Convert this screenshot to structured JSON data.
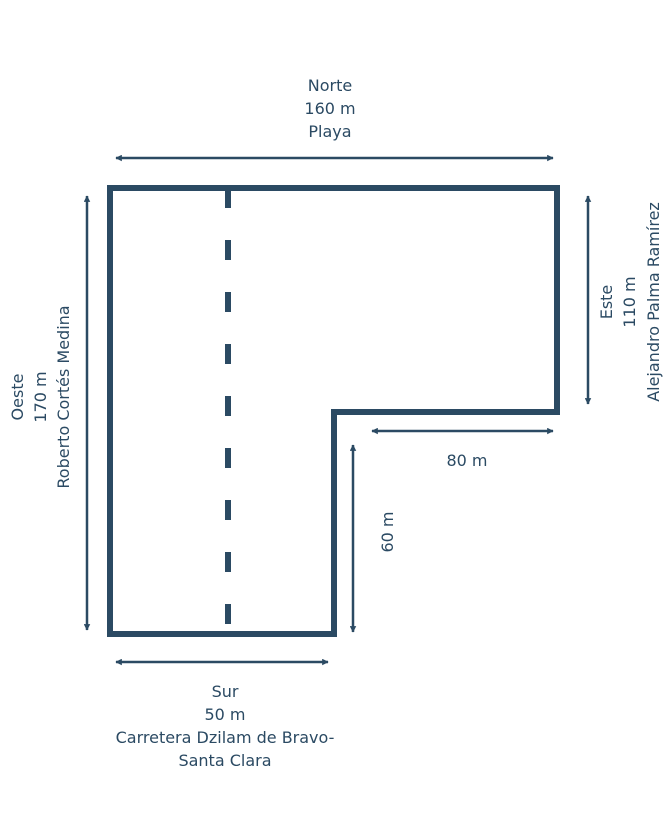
{
  "colors": {
    "stroke": "#2b4a63",
    "text": "#2b4a63",
    "background": "#ffffff"
  },
  "north": {
    "direction": "Norte",
    "length": "160 m",
    "owner": "Playa"
  },
  "east": {
    "direction": "Este",
    "length": "110 m",
    "owner": "Alejandro Palma Ramírez"
  },
  "west": {
    "direction": "Oeste",
    "length": "170 m",
    "owner": "Roberto Cortés Medina"
  },
  "south": {
    "direction": "Sur",
    "length": "50 m",
    "owner_line1": "Carretera Dzilam de Bravo-",
    "owner_line2": "Santa Clara"
  },
  "inner_horizontal": {
    "length": "80 m"
  },
  "inner_vertical": {
    "length": "60 m"
  }
}
